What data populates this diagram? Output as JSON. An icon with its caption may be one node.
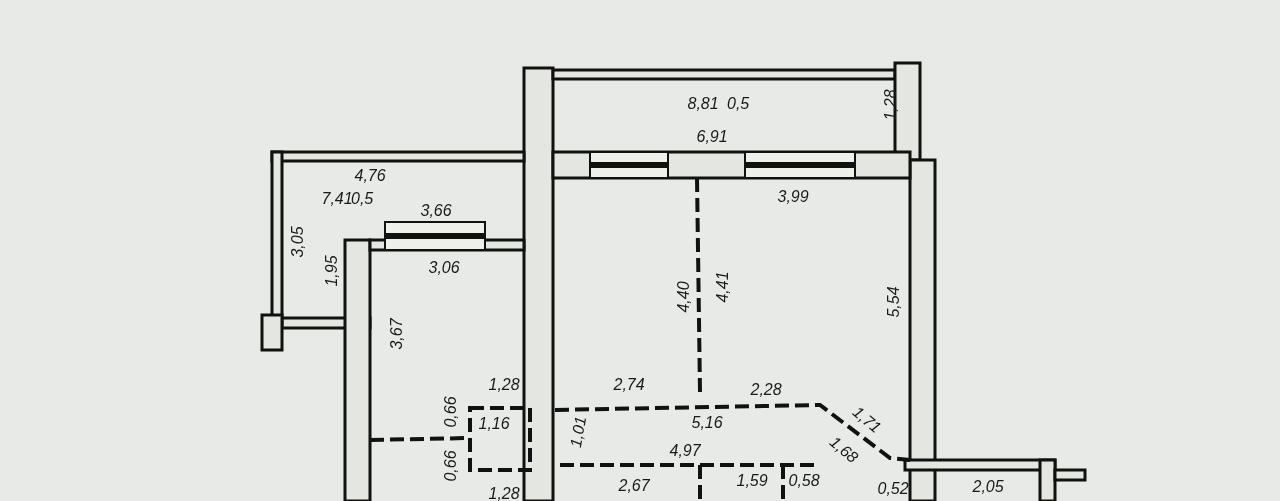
{
  "diagram": {
    "labels": [
      "8,81",
      "0,5",
      "1,28",
      "6,91",
      "4,76",
      "7,41",
      "0,5",
      "3,99",
      "3,66",
      "3,05",
      "3,06",
      "1,95",
      "4,40",
      "4,41",
      "5,54",
      "3,67",
      "1,28",
      "2,74",
      "2,28",
      "0,66",
      "1,16",
      "1,01",
      "5,16",
      "1,71",
      "4,97",
      "1,68",
      "0,66",
      "2,67",
      "1,59",
      "0,58",
      "0,52",
      "2,05",
      "1,28"
    ]
  }
}
